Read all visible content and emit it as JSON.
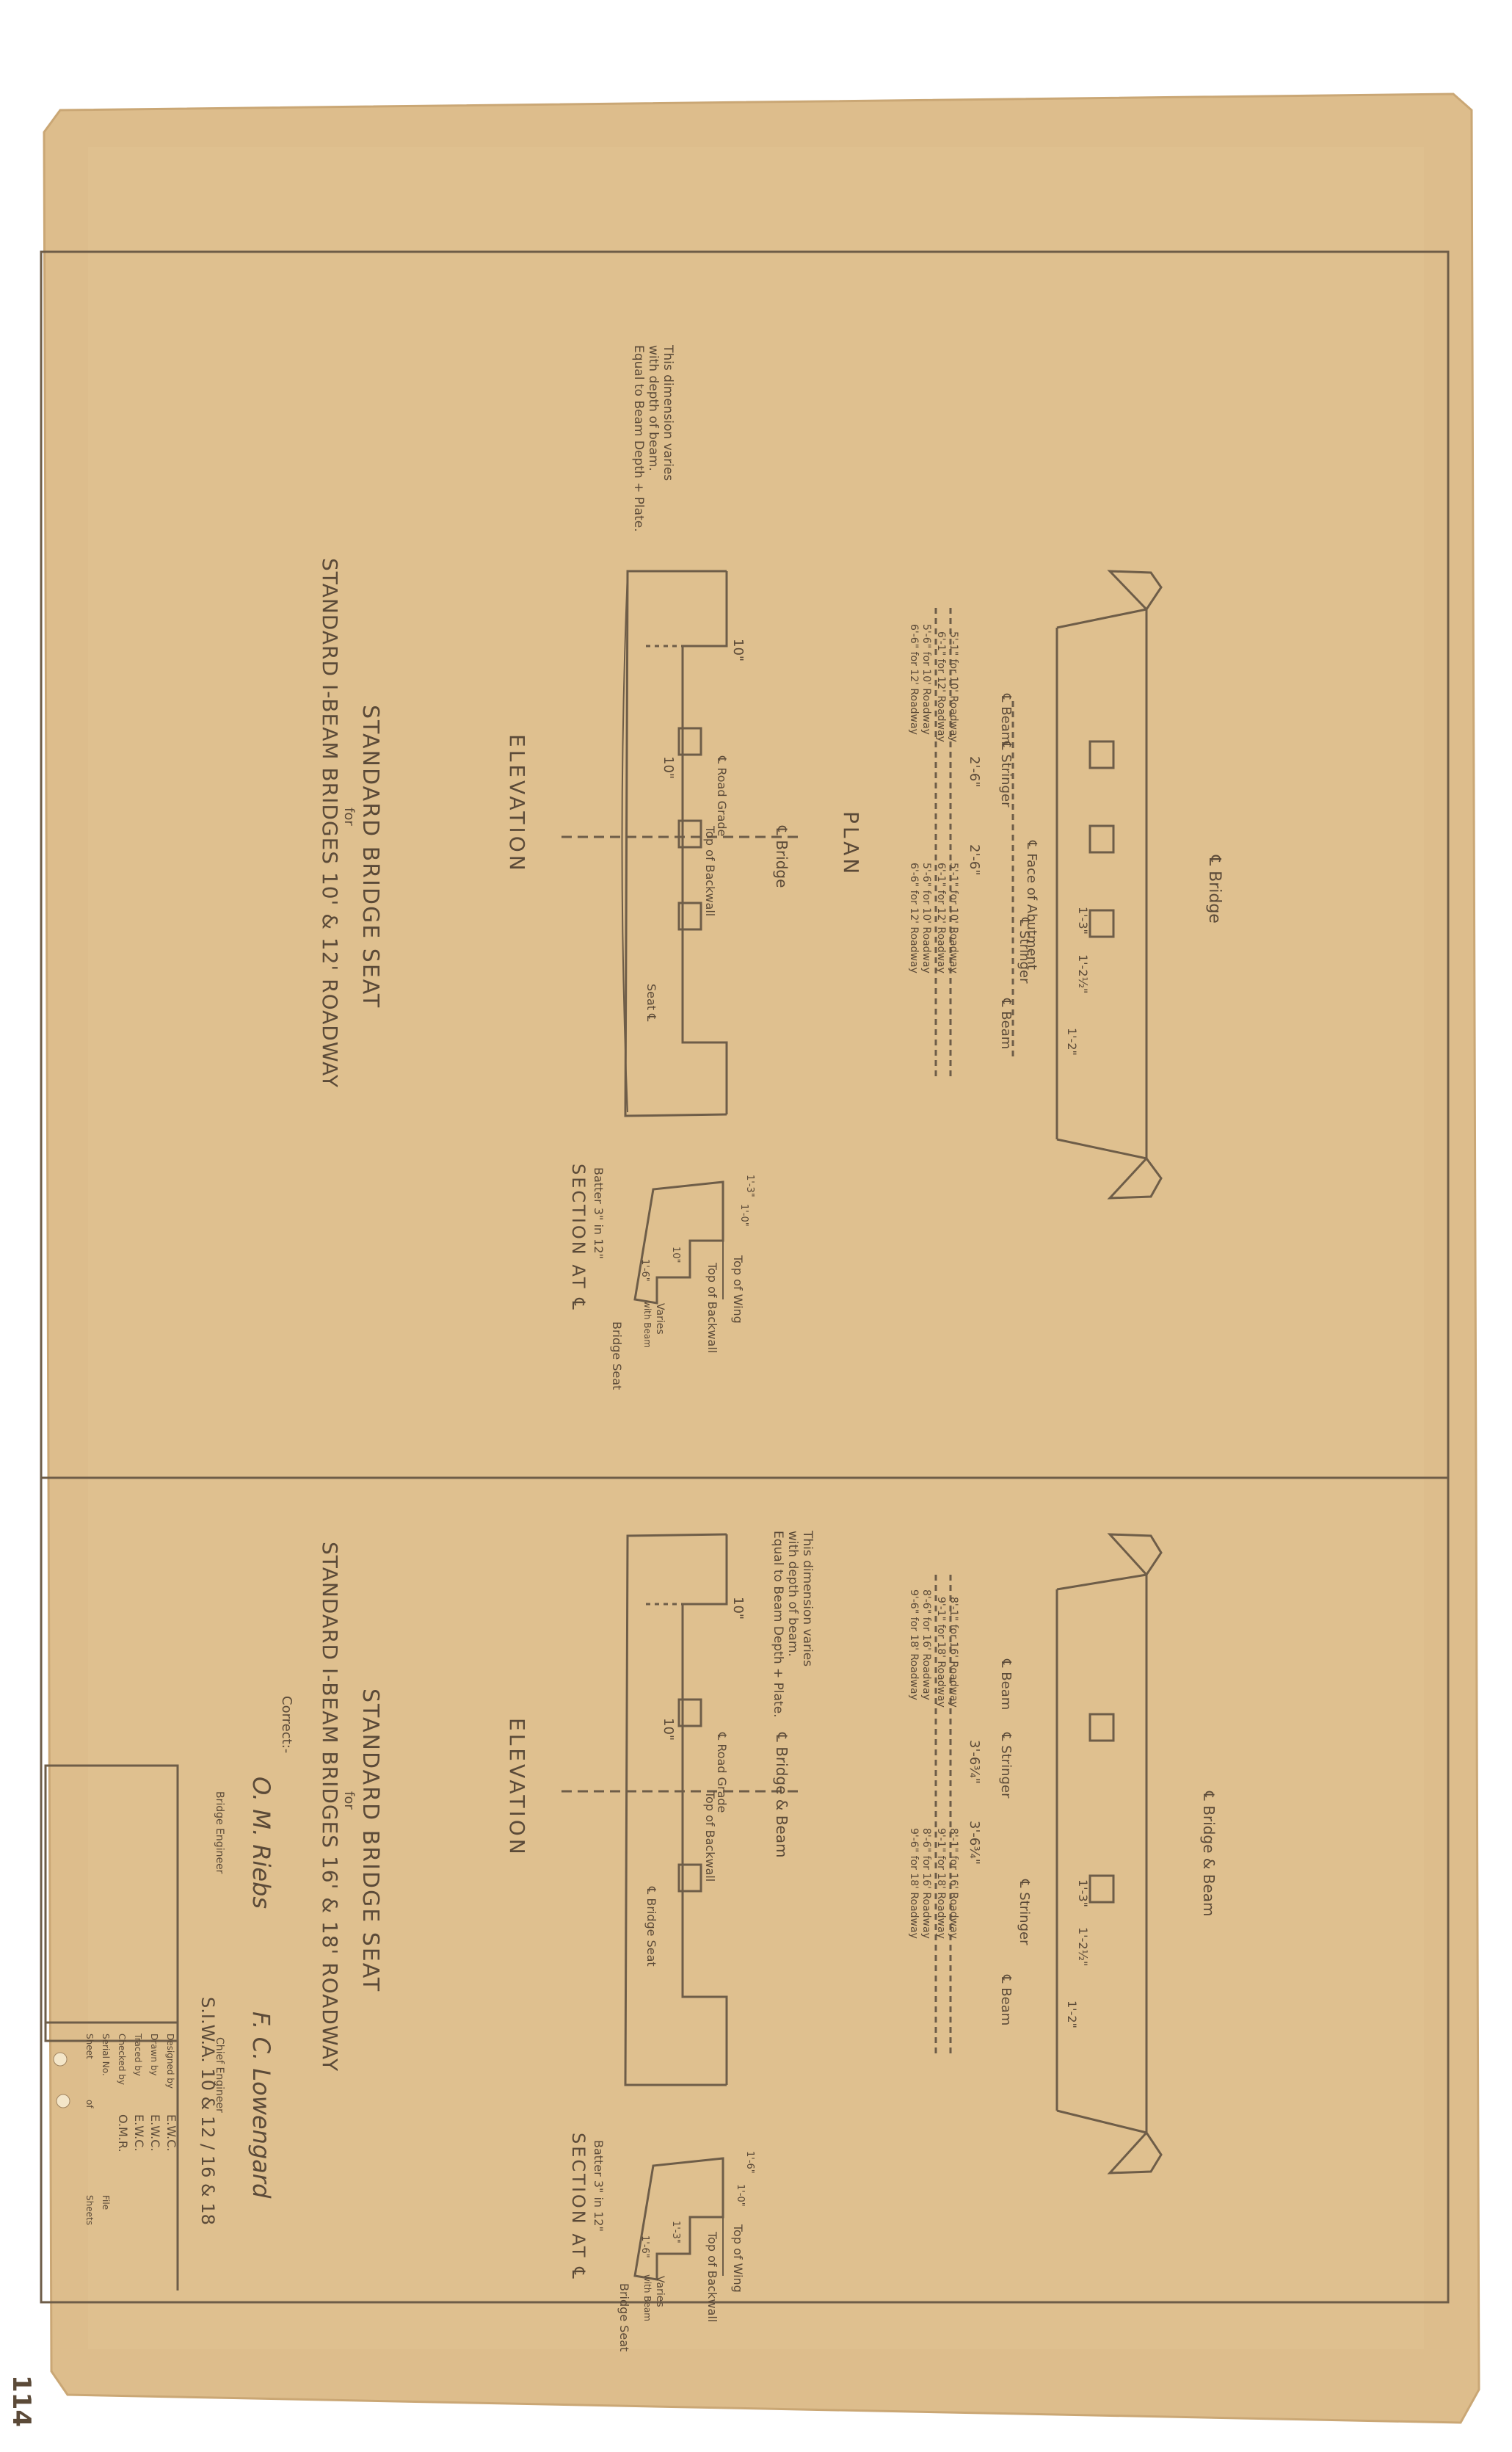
{
  "sheet_number": "114",
  "top_panel": {
    "plan": {
      "title": "PLAN",
      "centerline_bridge": "℄ Bridge",
      "face_label": "℄ Face of Abutment",
      "beam_left": "℄ Beam",
      "beam_right": "℄ Beam",
      "stringer_left": "℄ Stringer",
      "stringer_right": "℄ Stringer",
      "spacing_a": "2'-6\"",
      "spacing_b": "2'-6\"",
      "dim_top": "1'-3\"",
      "dim_top_b": "1'-2½\"",
      "dim_side": "1'-2\"",
      "width_a": "5'-1\" for 10' Roadway",
      "width_b": "6'-1\" for 12' Roadway",
      "width_c": "5'-6\" for 10' Roadway",
      "width_d": "6'-6\" for 12' Roadway",
      "width_e": "5'-1\" for 10' Roadway",
      "width_f": "6'-1\" for 12' Roadway",
      "width_g": "5'-6\" for 10' Roadway",
      "width_h": "6'-6\" for 12' Roadway"
    },
    "elevation": {
      "title": "ELEVATION",
      "centerline_bridge": "℄ Bridge",
      "road_grade": "℄ Road Grade",
      "top_backwall": "Top of Backwall",
      "seat": "Seat ℄",
      "dim_a": "10\"",
      "dim_b": "10\"",
      "note_line1": "This dimension varies",
      "note_line2": "with depth of beam.",
      "note_line3": "Equal to Beam Depth + Plate."
    },
    "section": {
      "title": "SECTION AT ℄",
      "batter": "Batter 3\" in 12\"",
      "top_of_wing": "Top of Wing",
      "top_backwall": "Top of Backwall",
      "bridge_seat": "Bridge Seat",
      "varies": "Varies",
      "with_beam": "with Beam",
      "dim_a": "1'-0\"",
      "dim_b": "1'-3\"",
      "dim_c": "10\"",
      "dim_d": "1'-6\""
    },
    "title_block": {
      "line1": "STANDARD BRIDGE SEAT",
      "line2": "for",
      "line3": "STANDARD I-BEAM BRIDGES 10' & 12' ROADWAY"
    }
  },
  "bottom_panel": {
    "plan": {
      "centerline_label": "℄ Bridge & Beam",
      "beam_left": "℄ Beam",
      "beam_right": "℄ Beam",
      "stringer_left": "℄ Stringer",
      "stringer_right": "℄ Stringer",
      "spacing_a": "3'-6¾\"",
      "spacing_b": "3'-6¾\"",
      "dim_top": "1'-3\"",
      "dim_top_b": "1'-2½\"",
      "dim_side": "1'-2\"",
      "width_a": "8'-1\" for 16' Roadway",
      "width_b": "9'-1\" for 18' Roadway",
      "width_c": "8'-6\" for 16' Roadway",
      "width_d": "9'-6\" for 18' Roadway",
      "width_e": "8'-1\" for 16' Roadway",
      "width_f": "9'-1\" for 18' Roadway",
      "width_g": "8'-6\" for 16' Roadway",
      "width_h": "9'-6\" for 18' Roadway"
    },
    "elevation": {
      "title": "ELEVATION",
      "centerline_label": "℄ Bridge & Beam",
      "road_grade": "℄ Road Grade",
      "top_backwall": "Top of Backwall",
      "bridge_seat": "℄ Bridge Seat",
      "dim_a": "10\"",
      "dim_b": "10\"",
      "note_line1": "This dimension varies",
      "note_line2": "with depth of beam.",
      "note_line3": "Equal to Beam Depth + Plate."
    },
    "section": {
      "title": "SECTION AT ℄",
      "batter": "Batter 3\" in 12\"",
      "top_of_wing": "Top of Wing",
      "top_backwall": "Top of Backwall",
      "bridge_seat": "Bridge Seat",
      "varies": "Varies",
      "with_beam": "with Beam",
      "dim_a": "1'-6\"",
      "dim_b": "1'-0\"",
      "dim_c": "1'-3\"",
      "dim_d": "1'-6\""
    },
    "title_block": {
      "line1": "STANDARD BRIDGE SEAT",
      "line2": "for",
      "line3": "STANDARD I-BEAM BRIDGES 16' & 18' ROADWAY",
      "correct": "Correct:-",
      "engineer_signature": "O. M. Riebs",
      "engineer_title": "Bridge Engineer",
      "chief_signature": "F. C. Lowengard",
      "chief_title": "Chief Engineer",
      "project_code": "S.I.W.A. 10 & 12 / 16 & 18"
    },
    "info_block": {
      "designed_by_label": "Designed by",
      "designed_by": "E.W.C.",
      "drawn_by_label": "Drawn by",
      "drawn_by": "E.W.C.",
      "traced_by_label": "Traced by",
      "traced_by": "E.W.C.",
      "checked_by_label": "Checked by",
      "checked_by": "O.M.R.",
      "serial_no_label": "Serial No.",
      "file_label": "File",
      "sheet_label": "Sheet",
      "of_label": "of",
      "sheets_label": "Sheets"
    }
  }
}
